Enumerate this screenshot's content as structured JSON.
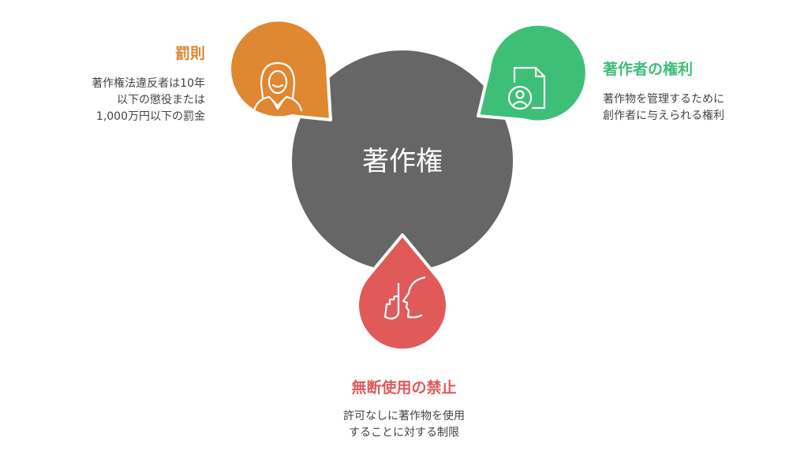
{
  "center": {
    "label": "著作権",
    "color": "#666666"
  },
  "nodes": {
    "penalty": {
      "title": "罰則",
      "color": "#DF8731",
      "icon": "judge-icon",
      "desc_lines": [
        "著作権法違反者は10年",
        "以下の懲役または",
        "1,000万円以下の罰金"
      ]
    },
    "rights": {
      "title": "著作者の権利",
      "color": "#3DBF78",
      "icon": "document-person-icon",
      "desc_lines": [
        "著作物を管理するために",
        "創作者に与えられる権利"
      ]
    },
    "prohibition": {
      "title": "無断使用の禁止",
      "color": "#E05A5A",
      "icon": "silence-gesture-icon",
      "desc_lines": [
        "許可なしに著作物を使用",
        "することに対する制限"
      ]
    }
  }
}
